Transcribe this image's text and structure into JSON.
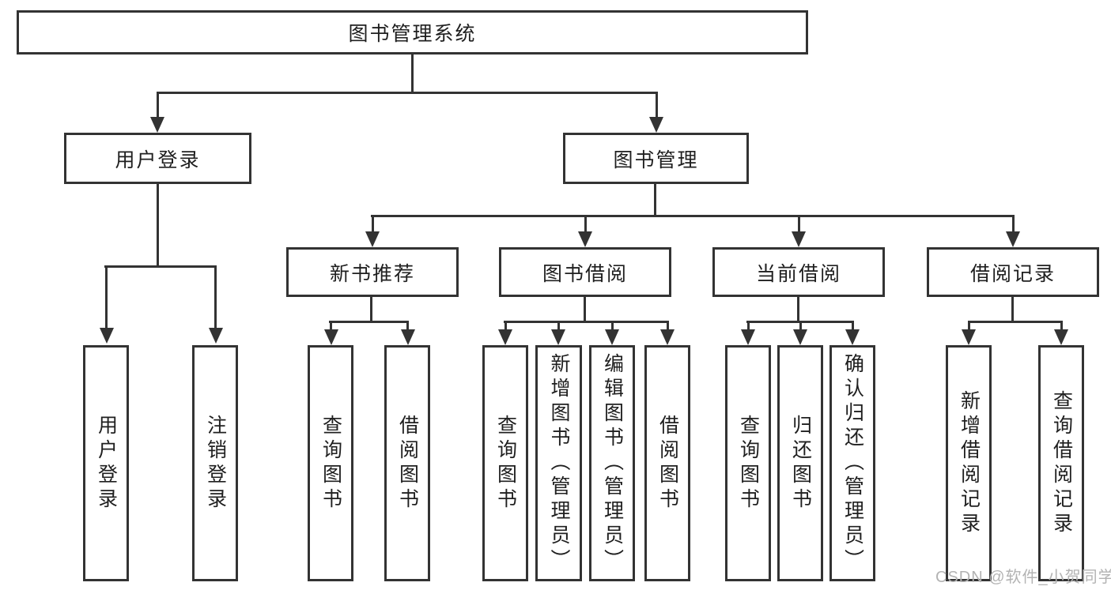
{
  "title_box": "图书管理系统",
  "branches": {
    "user_login": {
      "label": "用户登录",
      "children": {
        "login": "用户登录",
        "logout": "注销登录"
      }
    },
    "book_management": {
      "label": "图书管理",
      "sections": {
        "new_book_recommend": {
          "label": "新书推荐",
          "children": {
            "query_books": "查询图书",
            "borrow_books": "借阅图书"
          }
        },
        "book_borrow": {
          "label": "图书借阅",
          "children": {
            "query_books": "查询图书",
            "add_books_admin": "新增图书（管理员）",
            "edit_books_admin": "编辑图书（管理员）",
            "borrow_books": "借阅图书"
          }
        },
        "current_borrow": {
          "label": "当前借阅",
          "children": {
            "query_books": "查询图书",
            "return_books": "归还图书",
            "confirm_return_admin": "确认归还（管理员）"
          }
        },
        "borrow_records": {
          "label": "借阅记录",
          "children": {
            "add_record": "新增借阅记录",
            "query_record": "查询借阅记录"
          }
        }
      }
    }
  },
  "watermark": "CSDN @软件_小贺同学",
  "colors": {
    "line": "#333333",
    "text": "#1f1f1f",
    "watermark": "#b3b3b3",
    "background": "#ffffff"
  }
}
